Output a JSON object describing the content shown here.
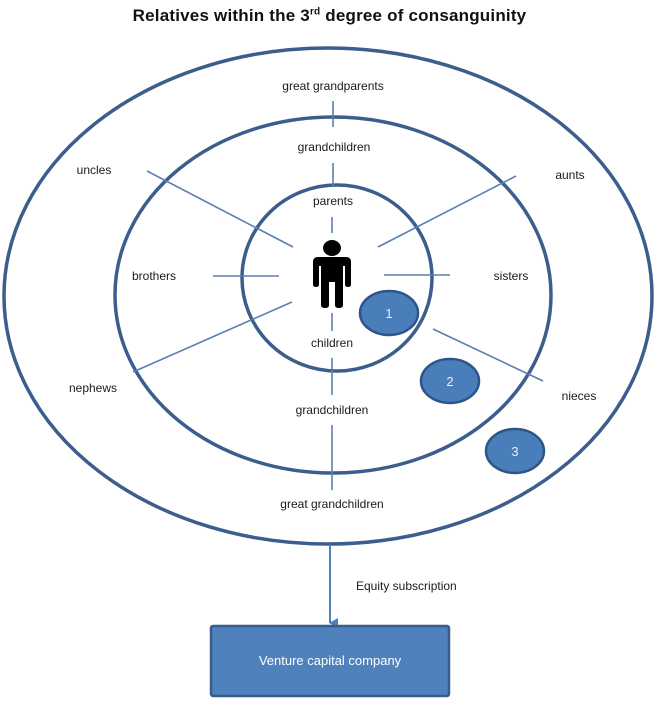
{
  "title": {
    "prefix": "Relatives within  the 3",
    "superscript": "rd",
    "suffix": " degree of consanguinity"
  },
  "center_figure": "person-icon",
  "labels": {
    "great_grandparents": "great grandparents",
    "grandparents": "grandchildren",
    "parents": "parents",
    "children": "children",
    "grandchildren": "grandchildren",
    "great_grandchildren": "great grandchildren",
    "uncles": "uncles",
    "aunts": "aunts",
    "brothers": "brothers",
    "sisters": "sisters",
    "nephews": "nephews",
    "nieces": "nieces"
  },
  "degree_markers": [
    "1",
    "2",
    "3"
  ],
  "arrow_label": "Equity subscription",
  "box_label": "Venture capital company",
  "colors": {
    "ring": "#3b5e8c",
    "ray": "#5b7fb0",
    "marker_fill": "#4a7ebb",
    "marker_stroke": "#2f5487",
    "box_fill": "#4f81bd",
    "box_stroke": "#385d8a",
    "figure": "#000000"
  }
}
